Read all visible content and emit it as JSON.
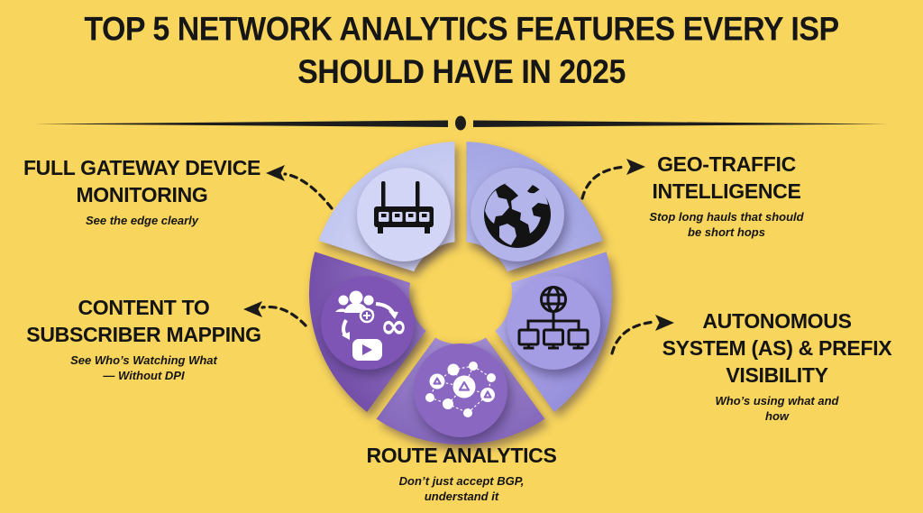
{
  "page": {
    "title": "TOP 5 NETWORK ANALYTICS FEATURES EVERY ISP\nSHOULD HAVE IN 2025",
    "background_color": "#F8D55C",
    "text_color": "#141414",
    "divider_color": "#1d1d1d"
  },
  "features": [
    {
      "id": "gateway",
      "label": "FULL GATEWAY DEVICE\nMONITORING",
      "sublabel": "See the edge clearly",
      "icon": "router-icon",
      "wedge_color": "#c2c7f0",
      "wedge_color_inner": "#d6d9f8",
      "badge_color": "#d2d5f6",
      "icon_color": "#131313"
    },
    {
      "id": "geo",
      "label": "GEO-TRAFFIC\nINTELLIGENCE",
      "sublabel": "Stop long hauls that should\nbe short hops",
      "icon": "globe-icon",
      "wedge_color": "#a3a5e4",
      "wedge_color_inner": "#b8baee",
      "badge_color": "#b2b4ea",
      "icon_color": "#131313"
    },
    {
      "id": "as",
      "label": "AUTONOMOUS\nSYSTEM (AS) & PREFIX\nVISIBILITY",
      "sublabel": "Who’s using what and\nhow",
      "icon": "as-network-icon",
      "wedge_color": "#968fdb",
      "wedge_color_inner": "#b0aae8",
      "badge_color": "#a49de3",
      "icon_color": "#131313"
    },
    {
      "id": "route",
      "label": "ROUTE ANALYTICS",
      "sublabel": "Don’t just accept BGP,\nunderstand it",
      "icon": "route-mesh-icon",
      "wedge_color": "#8568bb",
      "wedge_color_inner": "#a08ad0",
      "badge_color": "#8a68c2",
      "icon_color": "#ffffff"
    },
    {
      "id": "content",
      "label": "CONTENT TO\nSUBSCRIBER MAPPING",
      "sublabel": "See Who’s Watching What\n— Without DPI",
      "icon": "content-mapping-icon",
      "wedge_color": "#744fa9",
      "wedge_color_inner": "#9678c8",
      "badge_color": "#7e55b5",
      "icon_color": "#ffffff"
    }
  ]
}
